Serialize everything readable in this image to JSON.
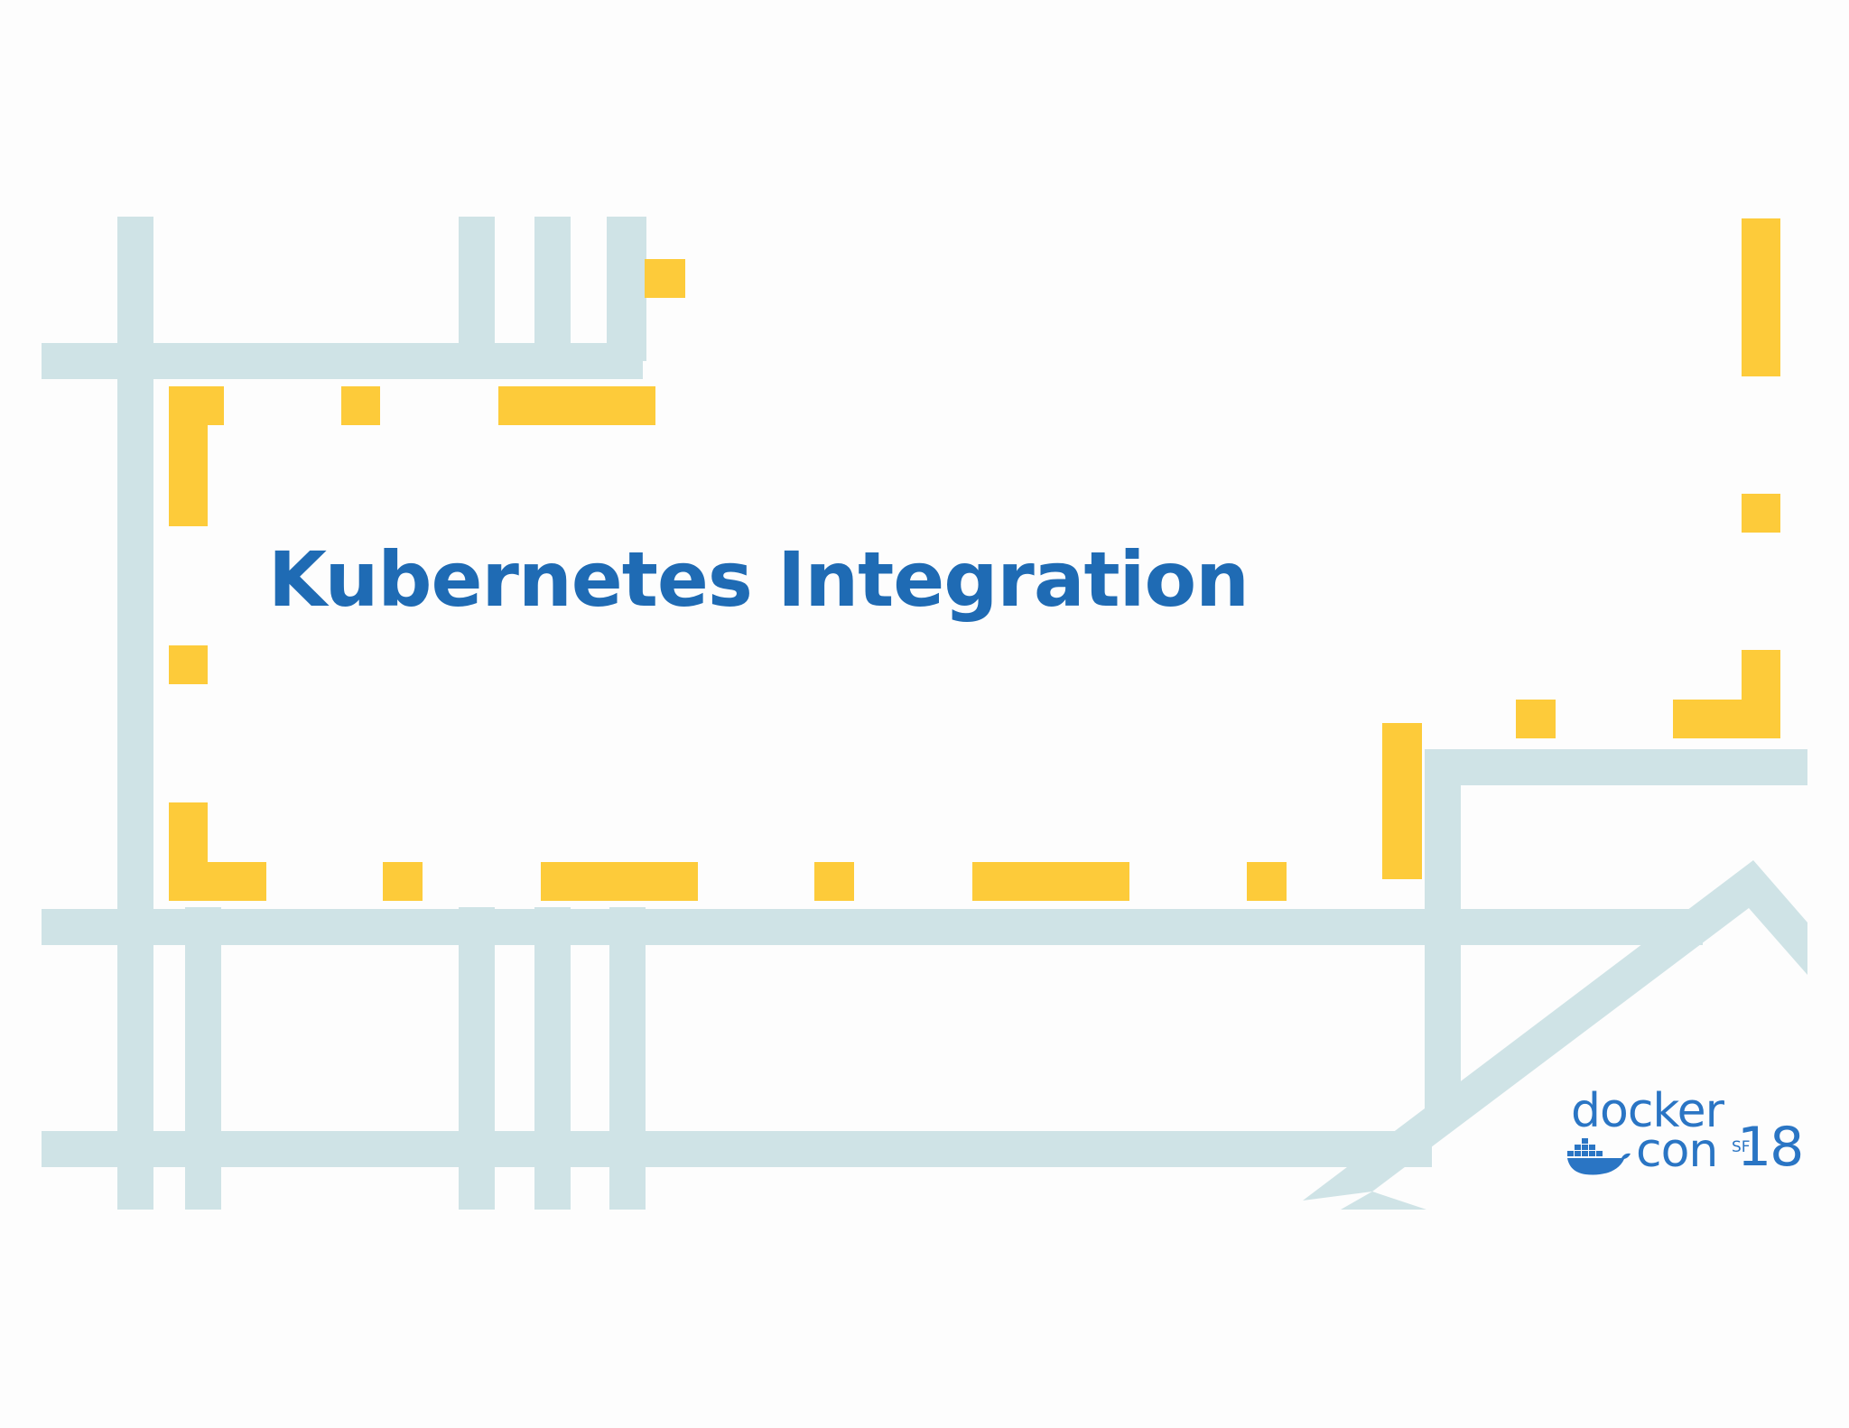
{
  "slide": {
    "title": "Kubernetes Integration"
  },
  "logo": {
    "word_1": "docker",
    "word_2": "con",
    "city": "SF",
    "year": "18"
  },
  "colors": {
    "background": "#fdfdfd",
    "track": "#cfe3e6",
    "accent_yellow": "#fdcb3a",
    "title_blue": "#1f6bb4",
    "logo_blue": "#2a75c4"
  },
  "icons": [
    "docker-whale-icon"
  ]
}
